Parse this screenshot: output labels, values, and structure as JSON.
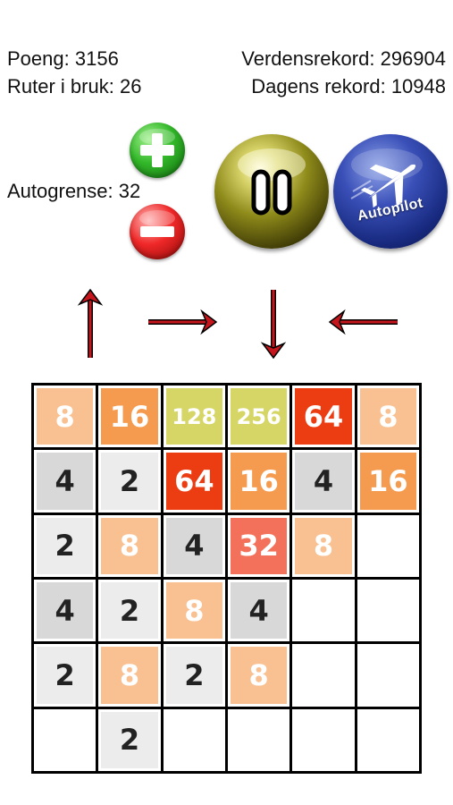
{
  "stats": {
    "score": {
      "label": "Poeng",
      "value": "3156"
    },
    "tiles_in_use": {
      "label": "Ruter i bruk",
      "value": "26"
    },
    "world_record": {
      "label": "Verdensrekord",
      "value": "296904"
    },
    "daily_record": {
      "label": "Dagens rekord",
      "value": "10948"
    },
    "auto_limit": {
      "label": "Autogrense",
      "value": "32"
    }
  },
  "controls": {
    "plus_icon": "plus-icon",
    "minus_icon": "minus-icon",
    "pause_icon": "pause-icon",
    "autopilot_label": "Autopilot",
    "autopilot_icon": "airplane-icon"
  },
  "arrows": [
    "up",
    "right",
    "down",
    "left"
  ],
  "colors": {
    "arrow": "#c4161c",
    "tile_2": "#ececec",
    "tile_4": "#d8d8d8",
    "tile_8": "#f9c191",
    "tile_16": "#f59b4f",
    "tile_32": "#f3715b",
    "tile_64": "#ec3c12",
    "tile_128": "#d6d667",
    "tile_256": "#d6d667"
  },
  "board": [
    [
      "8",
      "16",
      "128",
      "256",
      "64",
      "8"
    ],
    [
      "4",
      "2",
      "64",
      "16",
      "4",
      "16"
    ],
    [
      "2",
      "8",
      "4",
      "32",
      "8",
      ""
    ],
    [
      "4",
      "2",
      "8",
      "4",
      "",
      ""
    ],
    [
      "2",
      "8",
      "2",
      "8",
      "",
      ""
    ],
    [
      "",
      "2",
      "",
      "",
      "",
      ""
    ]
  ]
}
